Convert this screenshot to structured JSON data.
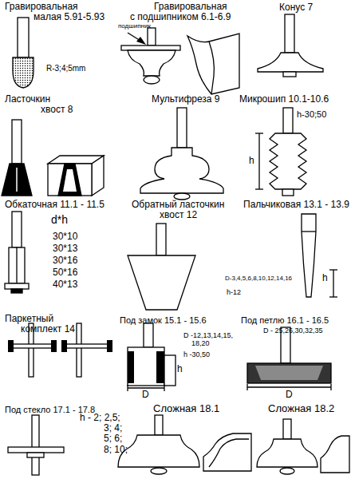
{
  "diagram": {
    "labels": [
      "Гравировальная малая 5.91-5.93",
      "R-3;4;5mm",
      "Гравировальная с подшипником 6.1-6.9",
      "подшипник",
      "Конус 7",
      "Ласточкин хвост 8",
      "Мультифреза 9",
      "Микрошип 10.1-10.6",
      "h-30;50",
      "h",
      "Обкаточная 11.1 - 11.5",
      "d*h",
      "30*10",
      "30*13",
      "30*16",
      "50*16",
      "40*13",
      "Обратный ласточкин хвост 12",
      "Пальчиковая 13.1 - 13.9",
      "D-3,4,5,6,8,10,12,14,16",
      "h-12",
      "h",
      "Паркетный комплект 14",
      "Под замок 15.1 - 15.6",
      "D -12,13,14,15, 18,20",
      "h -30,50",
      "h",
      "D",
      "Под петлю 16.1 - 16.5",
      "D - 25,26,30,32,35",
      "D",
      "Под стекло 17.1 - 17.8",
      "h - 2; 2,5; 3; 4; 5; 6; 8; 10;",
      "Сложная 18.1",
      "Сложная 18.2"
    ]
  }
}
